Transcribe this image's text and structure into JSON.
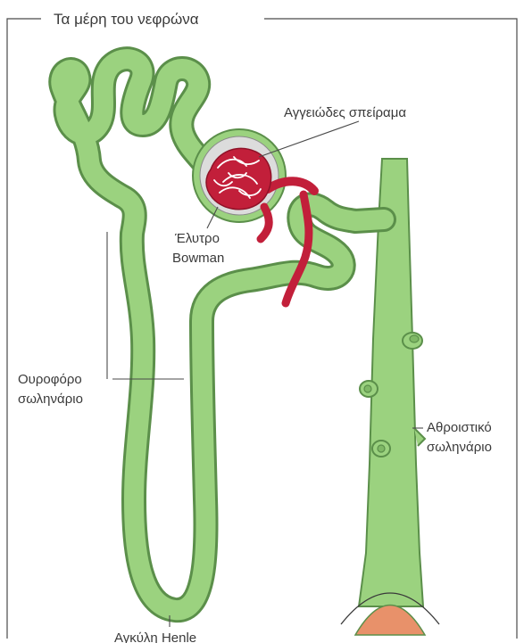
{
  "title": "Τα μέρη του νεφρώνα",
  "labels": {
    "glomerulus": "Αγγειώδες σπείραμα",
    "bowman_line1": "Έλυτρο",
    "bowman_line2": "Bowman",
    "urinary_line1": "Ουροφόρο",
    "urinary_line2": "σωληνάριο",
    "collecting_line1": "Αθροιστικό",
    "collecting_line2": "σωληνάριο",
    "henle": "Αγκύλη Henle"
  },
  "colors": {
    "tubule": "#9bd27f",
    "tubule_outline": "#5b8f4a",
    "vessel": "#c21f3a",
    "capsule": "#dcdcdc",
    "papilla": "#e8916a"
  }
}
